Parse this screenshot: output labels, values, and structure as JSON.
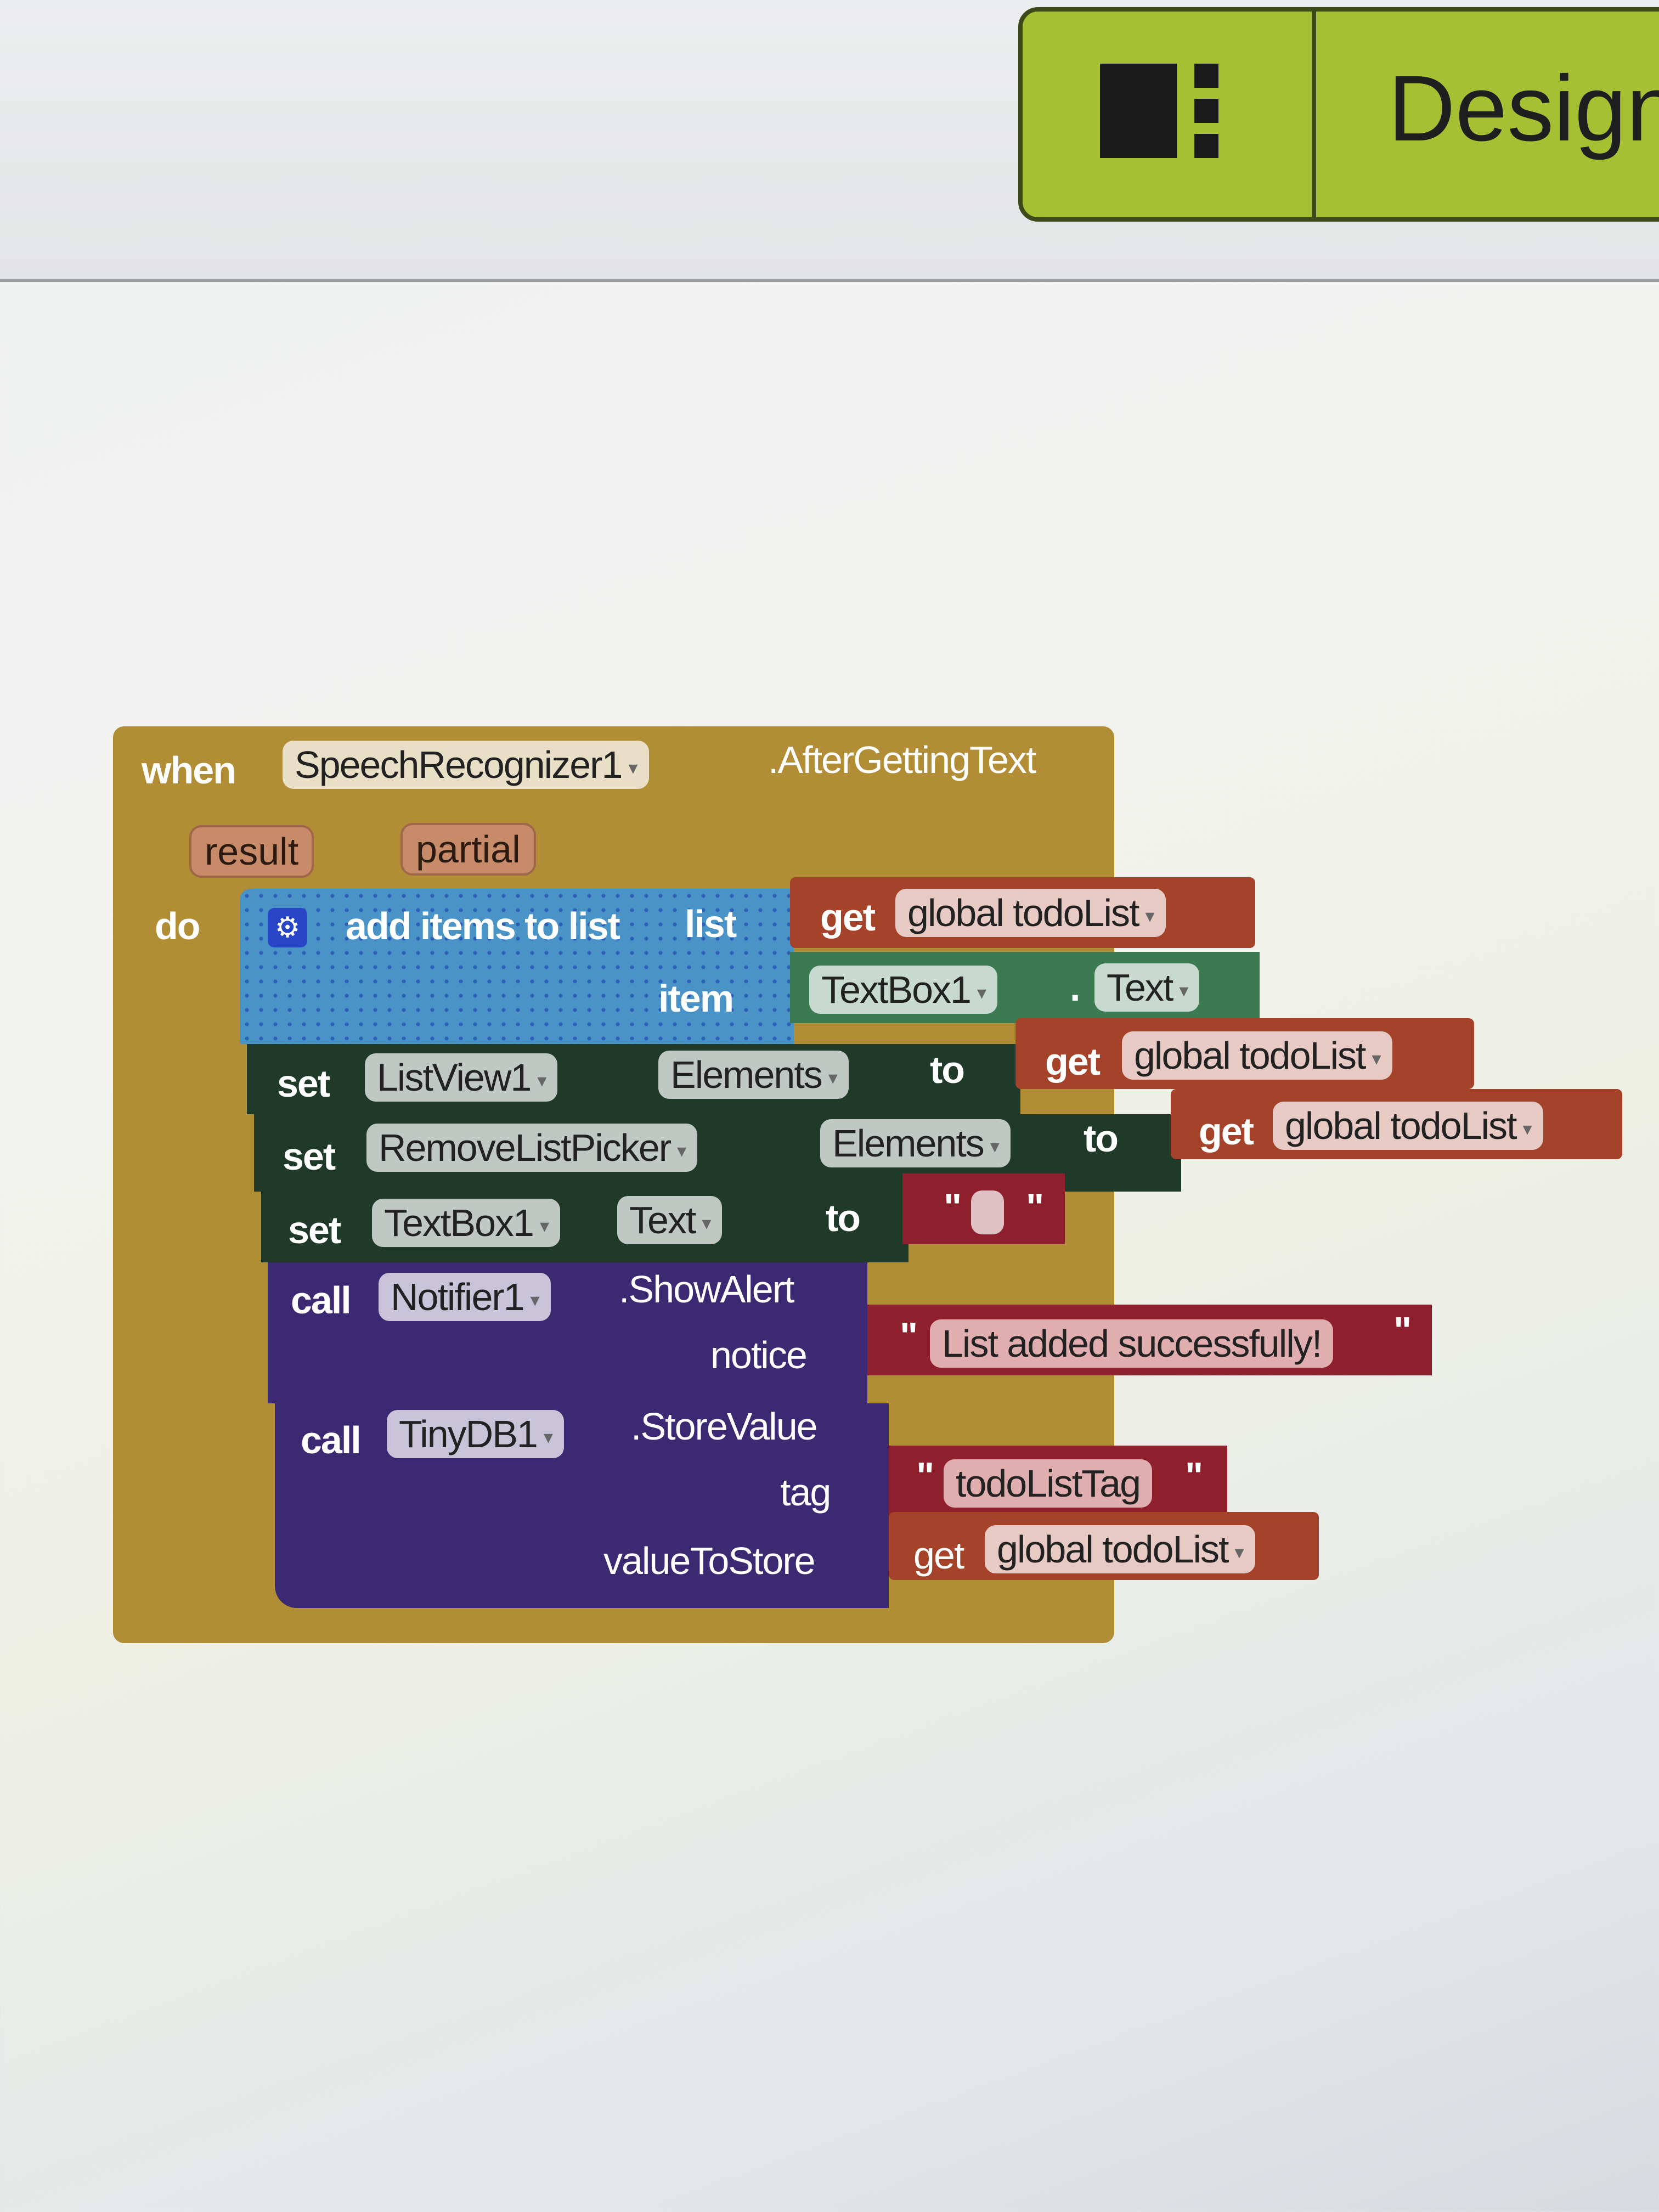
{
  "toolbar": {
    "designer_label": "Design",
    "designer_icon": "designer-layout-icon"
  },
  "event_block": {
    "keyword": "when",
    "component": "SpeechRecognizer1",
    "event": ".AfterGettingText",
    "params": [
      "result",
      "partial"
    ],
    "do_label": "do"
  },
  "statements": {
    "add_items": {
      "label": "add items to list",
      "list_label": "list",
      "item_label": "item",
      "list_get": {
        "keyword": "get",
        "var": "global todoList"
      },
      "item_component": "TextBox1",
      "item_property": "Text"
    },
    "set1": {
      "keyword": "set",
      "component": "ListView1",
      "property": "Elements",
      "to": "to",
      "get": "get",
      "var": "global todoList"
    },
    "set2": {
      "keyword": "set",
      "component": "RemoveListPicker",
      "property": "Elements",
      "to": "to",
      "get": "get",
      "var": "global todoList"
    },
    "set3": {
      "keyword": "set",
      "component": "TextBox1",
      "property": "Text",
      "to": "to",
      "value": ""
    },
    "call1": {
      "keyword": "call",
      "component": "Notifier1",
      "method": ".ShowAlert",
      "arg_label": "notice",
      "arg_value": "List added successfully!"
    },
    "call2": {
      "keyword": "call",
      "component": "TinyDB1",
      "method": ".StoreValue",
      "tag_label": "tag",
      "tag_value": "todoListTag",
      "value_label": "valueToStore",
      "get": "get",
      "var": "global todoList"
    }
  },
  "colors": {
    "event": "#b18e35",
    "lists": "#4a93c6",
    "variables": "#a4422a",
    "setter": "#1f3a28",
    "call": "#3b2a72",
    "text": "#8e1f2c",
    "designer": "#a5c133"
  },
  "dropdown_glyph": "▾",
  "quote": "\""
}
